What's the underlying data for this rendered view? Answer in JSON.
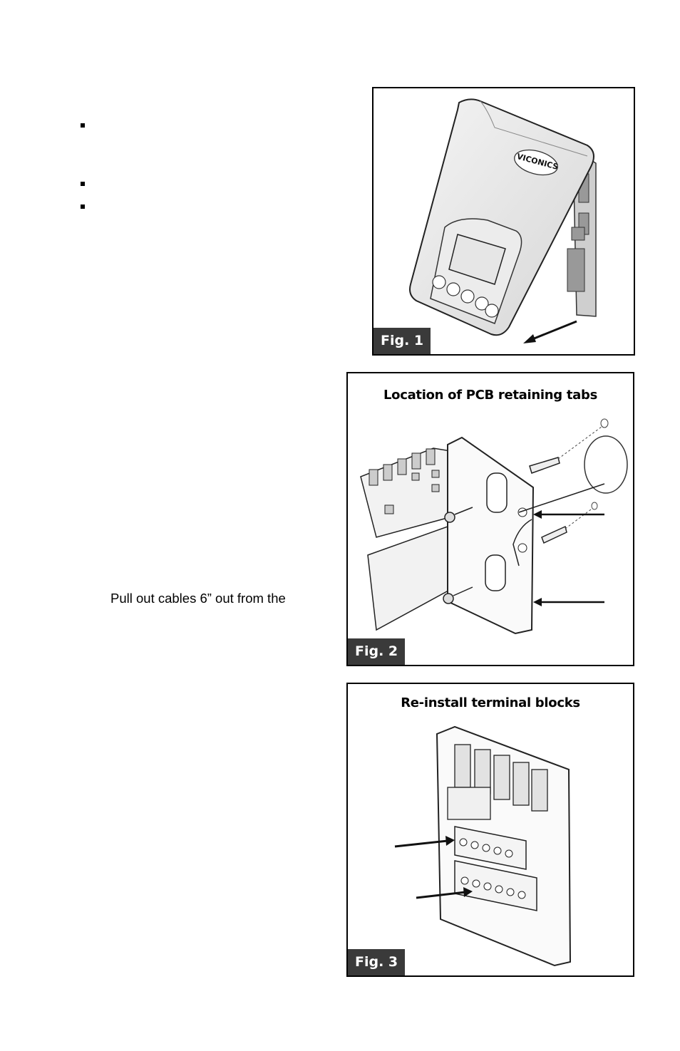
{
  "page": {
    "body_text": "Pull out cables 6” out from the"
  },
  "figures": [
    {
      "label": "Fig. 1",
      "title": "",
      "brand": "VICONICS",
      "icons": [
        "thermostat-device",
        "arrow-icon"
      ]
    },
    {
      "label": "Fig. 2",
      "title": "Location of PCB retaining tabs",
      "icons": [
        "pcb-board",
        "mounting-base",
        "screw",
        "wall-anchor",
        "arrow-icon"
      ]
    },
    {
      "label": "Fig. 3",
      "title": "Re-install terminal blocks",
      "icons": [
        "terminal-block",
        "relay-board",
        "arrow-icon"
      ]
    }
  ]
}
